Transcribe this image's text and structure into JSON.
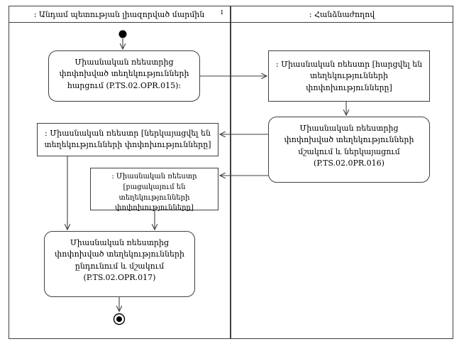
{
  "diagram": {
    "type": "uml-activity-swimlane",
    "colors": {
      "line": "#3f3f3f",
      "text": "#000000",
      "background": "#ffffff"
    },
    "lanes": [
      {
        "id": "member-state",
        "title": ": Անդամ պետության լիազորված մարմին"
      },
      {
        "id": "commission",
        "title": ": Հանձնաժողով"
      }
    ],
    "header_tick": "ı",
    "nodes": [
      {
        "id": "start",
        "type": "initial-node",
        "lane": "member-state",
        "label": ""
      },
      {
        "id": "a1",
        "type": "action",
        "lane": "member-state",
        "label": "Միասնական ռեեստրից փոփոխված տեղեկությունների հարցում (P.TS.02.OPR.015):"
      },
      {
        "id": "o1",
        "type": "object",
        "lane": "commission",
        "label": ": Միասնական ռեեստր [հարցվել են տեղեկությունների փոփոխությունները]"
      },
      {
        "id": "a2",
        "type": "action",
        "lane": "commission",
        "label": "Միասնական ռեեստրից փոփոխված տեղեկությունների մշակում և ներկայացում (P.TS.02.0PR.016)"
      },
      {
        "id": "o2",
        "type": "object",
        "lane": "member-state",
        "label": ": Միասնական ռեեստր [ներկայացվել են տեղեկությունների փոփոխությունները]"
      },
      {
        "id": "o3",
        "type": "object",
        "lane": "member-state",
        "label": ": Միասնական ռեեստր [բացակայում են տեղեկությունների փոփոխությունները]"
      },
      {
        "id": "a3",
        "type": "action",
        "lane": "member-state",
        "label": "Միասնական ռեեստրից փոփոխված տեղեկությունների ընդունում և մշակում (P.TS.02.OPR.017)"
      },
      {
        "id": "end",
        "type": "final-node",
        "lane": "member-state",
        "label": ""
      }
    ],
    "edges": [
      {
        "from": "start",
        "to": "a1"
      },
      {
        "from": "a1",
        "to": "o1"
      },
      {
        "from": "o1",
        "to": "a2"
      },
      {
        "from": "a2",
        "to": "o2"
      },
      {
        "from": "a2",
        "to": "o3"
      },
      {
        "from": "o2",
        "to": "a3"
      },
      {
        "from": "o3",
        "to": "a3"
      },
      {
        "from": "a3",
        "to": "end"
      }
    ]
  }
}
